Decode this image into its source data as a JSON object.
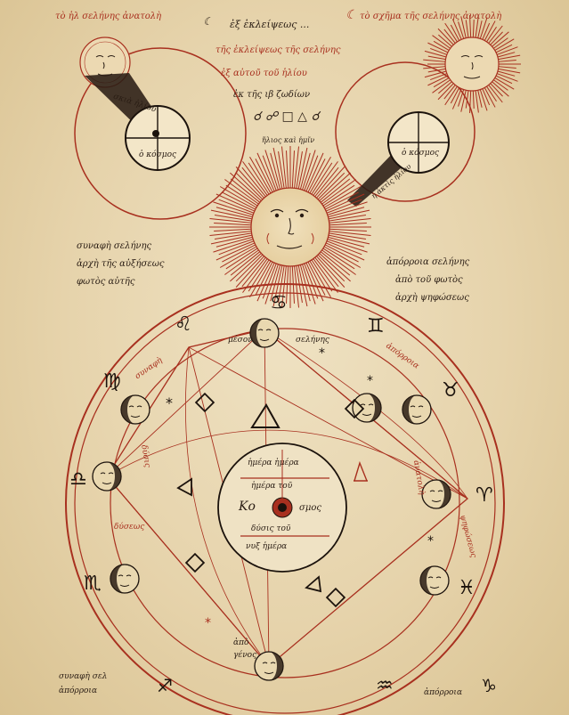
{
  "header": {
    "left_title": "τὸ ἡλ σελήνης ἀνατολὴ",
    "center_line1": "ἐξ ἐκλείψεως ...",
    "center_line2": "τῆς ἐκλείψεως τῆς σελήνης",
    "center_line3": "ἐξ αὐτοῦ τοῦ ἡλίου",
    "center_line4": "ἐκ τῆς ιβ ζωδίων",
    "right_title": "τὸ σχῆμα τῆς σελήνης ἀνατολὴ",
    "planet_symbols": "☌ ☍ □ △ ☌",
    "helios_caption": "ἥλιος καὶ ἡμῖν",
    "moon_glyph": "☾"
  },
  "left_eclipse": {
    "ray_label": "σκιὰ ἡλίου",
    "cosmos_label": "ὁ κόσμος"
  },
  "right_eclipse": {
    "cosmos_label": "ὁ κόσμος",
    "ray_label": "ἡ ἀκτὶς ἡλίου"
  },
  "notes": {
    "left_l1": "συναφὴ σελήνης",
    "left_l2": "ἀρχὴ τῆς αὐξήσεως",
    "left_l3": "φωτὸς αὐτῆς",
    "right_l1": "ἀπόρροια σελήνης",
    "right_l2": "ἀπὸ τοῦ φωτὸς",
    "right_l3": "ἀρχὴ ψηφώσεως",
    "bottom_left_l1": "συναφὴ σελ",
    "bottom_left_l2": "ἀπόρροια",
    "bottom_right": "ἀπόρροια"
  },
  "wheel": {
    "top_left_label": "μέσον",
    "top_right_label": "σελήνης",
    "left_arc_label": "δύσις",
    "right_arc_label": "ἀνατολὴ",
    "left_lower_label": "δύσεως",
    "right_lower_label": "ψηφώσεως",
    "bottom_label_l1": "ἀπὸ",
    "bottom_label_l2": "γένος",
    "upper_right_arc": "ἀπόρροια",
    "upper_left_arc": "συναφὴ"
  },
  "center": {
    "line1": "ἡμέρα ἡμέρα",
    "line2": "ἡμέρα τοῦ",
    "line3_left": "Κο",
    "line3_right": "σμος",
    "line4": "δύσις τοῦ",
    "line5": "νυξ ἡμέρα"
  },
  "zodiac": {
    "aries": "♈",
    "taurus": "♉",
    "gemini": "♊",
    "cancer": "♋",
    "leo": "♌",
    "virgo": "♍",
    "libra": "♎",
    "scorpio": "♏",
    "sagittarius": "♐",
    "capricorn": "♑",
    "aquarius": "♒",
    "pisces": "♓"
  },
  "colors": {
    "ink": "#2a1d14",
    "red": "#a8301f",
    "parchment": "#e8d8b4"
  }
}
